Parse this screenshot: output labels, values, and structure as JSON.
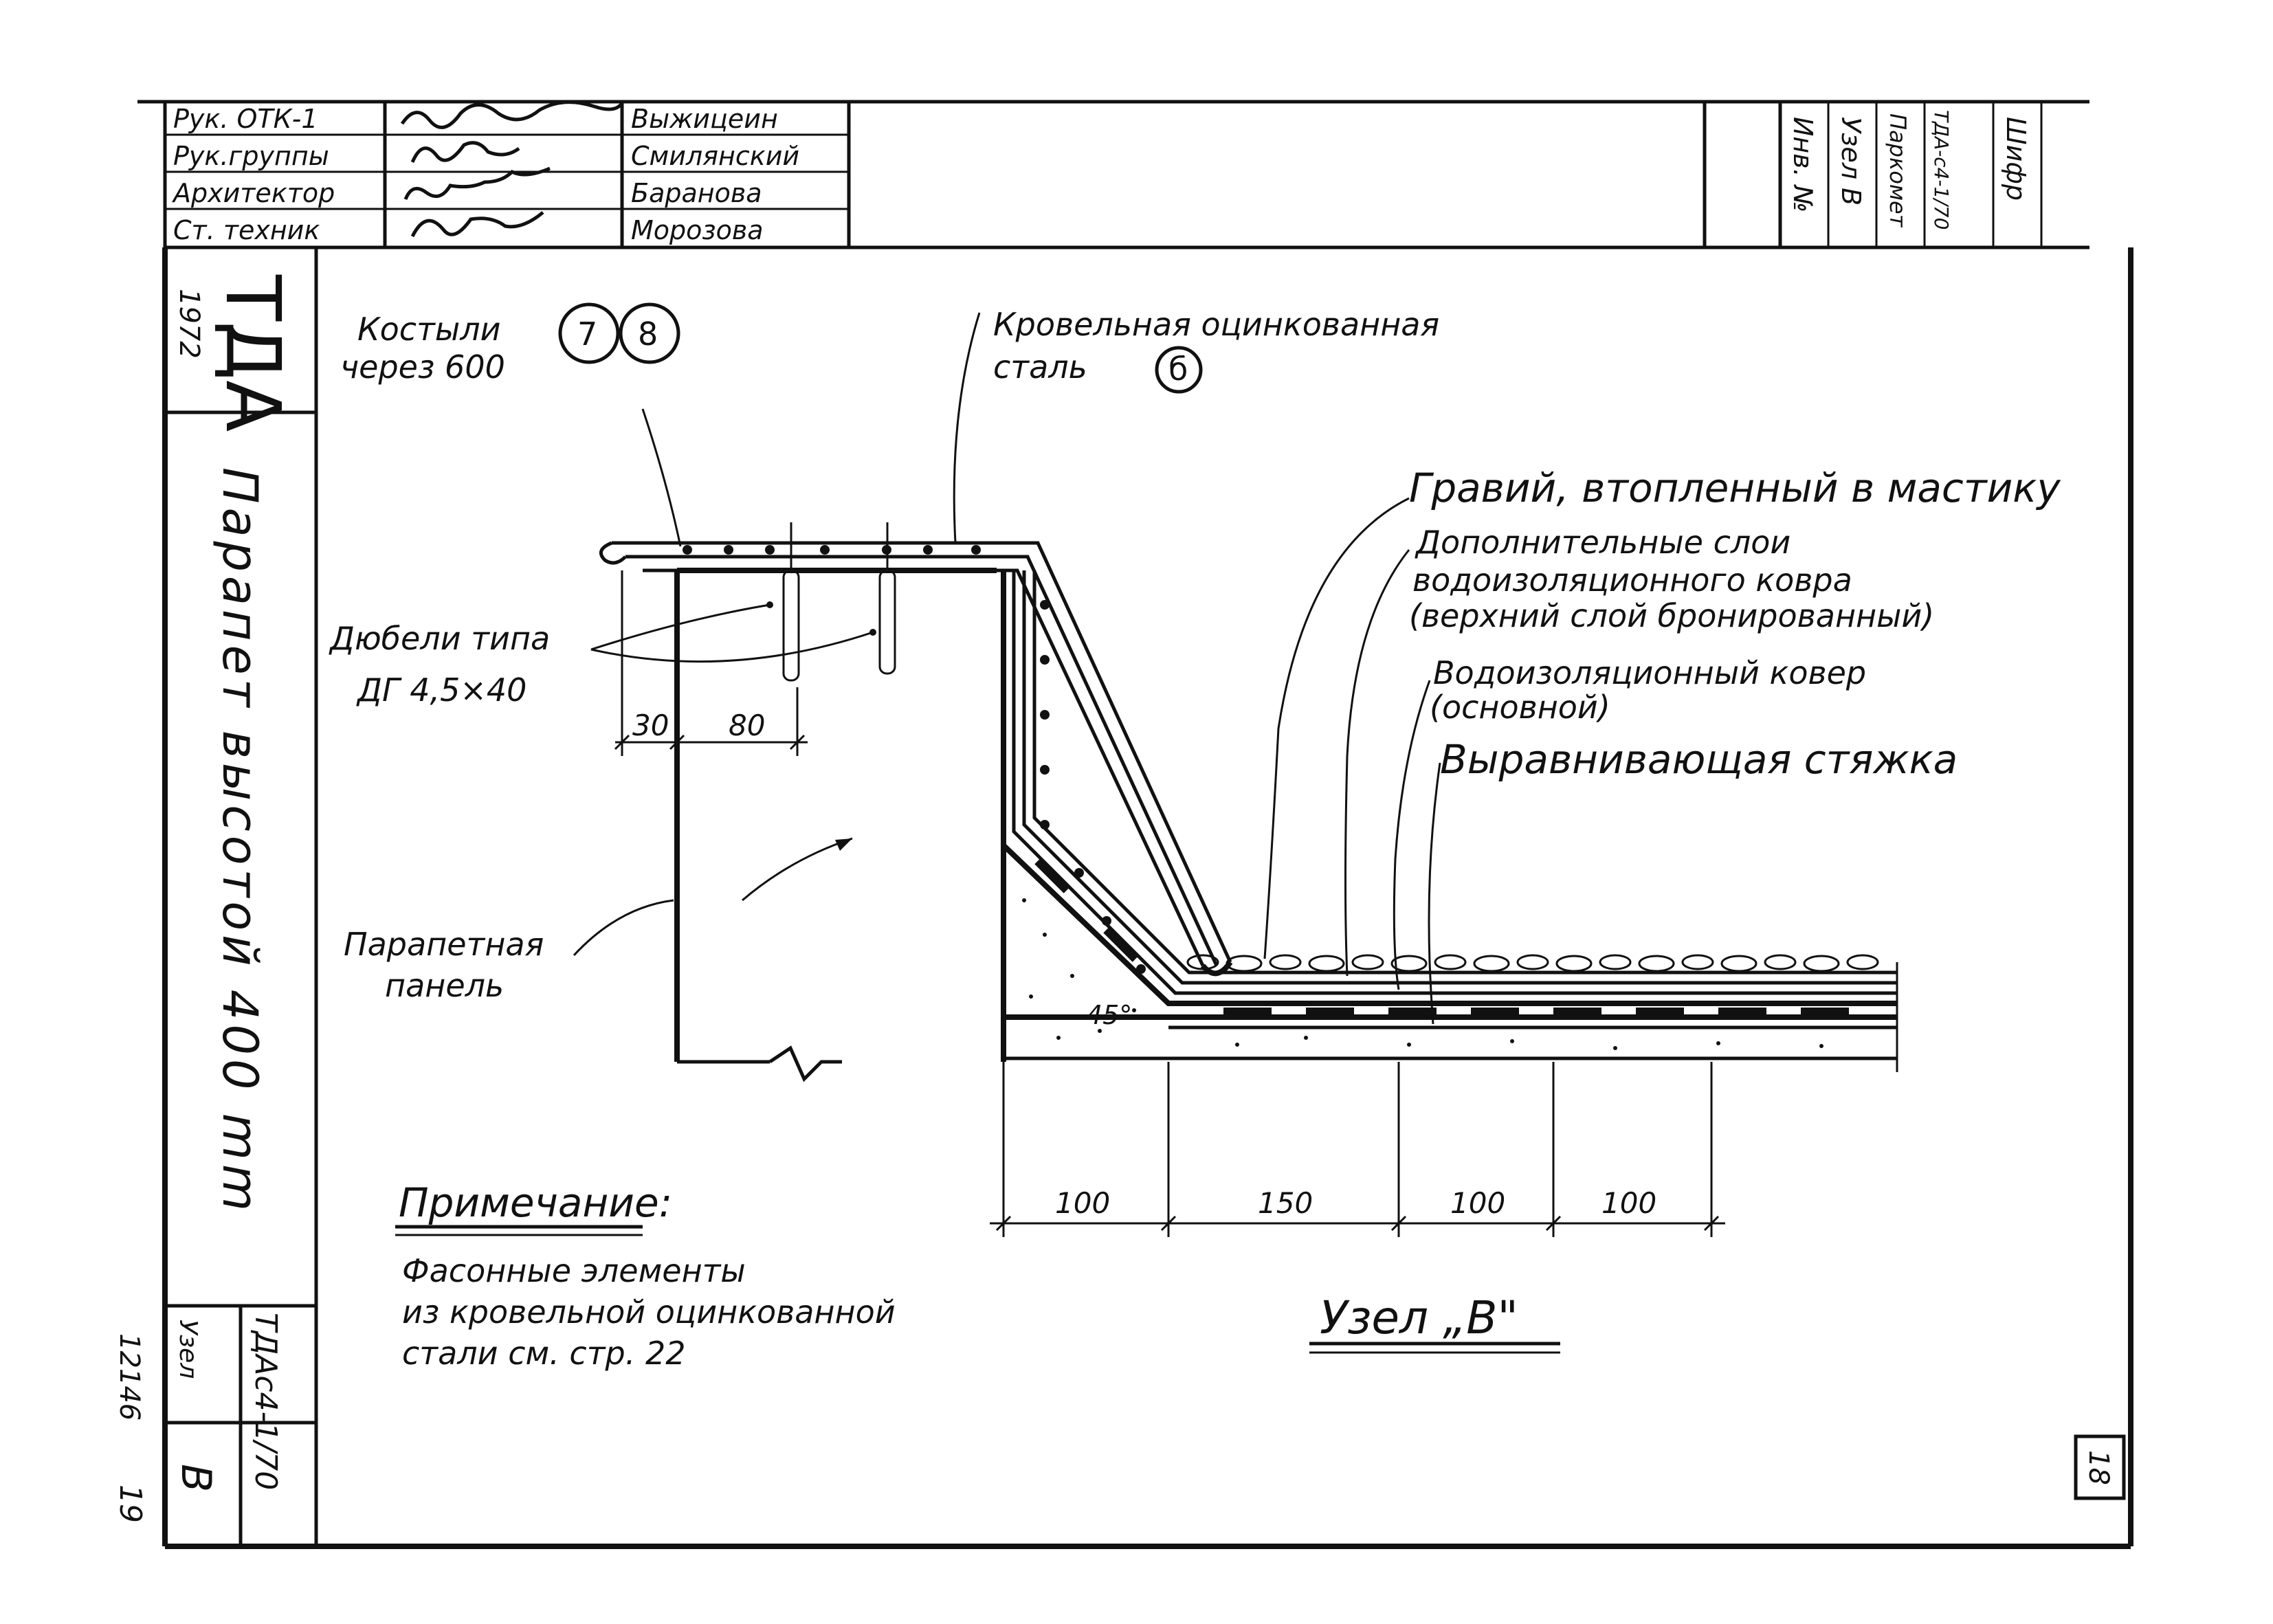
{
  "title_block": {
    "rows": [
      {
        "role": "Рук. ОТК-1",
        "name": "Выжицеин"
      },
      {
        "role": "Рук.группы",
        "name": "Смилянский"
      },
      {
        "role": "Архитектор",
        "name": "Баранова"
      },
      {
        "role": "Ст. техник",
        "name": "Морозова"
      }
    ],
    "right_columns": [
      "Инв. №",
      "Узел В",
      "Паркомет",
      "ТДА-с4-1/70",
      "Шифр"
    ]
  },
  "side_strip": {
    "logo": "ТДА",
    "year": "1972",
    "sheet_title": "Парапет высотой 400 mm",
    "series_code": "ТДАс4-1/70",
    "series_label": "Узел",
    "node_letter": "В",
    "archive_number": "12146",
    "page_number": "19"
  },
  "labels": {
    "kostyli_line1": "Костыли",
    "kostyli_line2": "через 600",
    "circle_a": "7",
    "circle_b": "8",
    "steel_line1": "Кровельная оцинкованная",
    "steel_line2": "сталь",
    "steel_mark": "б",
    "gravel": "Гравий, втопленный в мастику",
    "extra_layers_1": "Дополнительные слои",
    "extra_layers_2": "водоизоляционного ковра",
    "extra_layers_3": "(верхний слой бронированный)",
    "main_carpet_1": "Водоизоляционный ковер",
    "main_carpet_2": "(основной)",
    "screed": "Выравнивающая стяжка",
    "dowels_1": "Дюбели типа",
    "dowels_2": "ДГ 4,5×40",
    "panel_1": "Парапетная",
    "panel_2": "панель",
    "angle": "45°"
  },
  "dimensions": {
    "top": [
      "30",
      "80"
    ],
    "bottom": [
      "100",
      "150",
      "100",
      "100"
    ]
  },
  "note": {
    "heading": "Примечание:",
    "line1": "Фасонные элементы",
    "line2": "из кровельной оцинкованной",
    "line3": "стали см. стр. 22"
  },
  "node_title": "Узел „В\"",
  "corner_mark": "18"
}
